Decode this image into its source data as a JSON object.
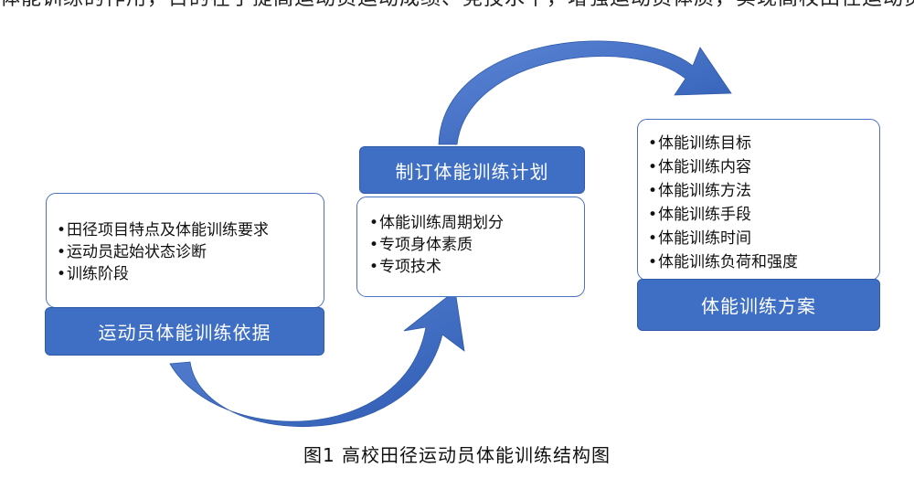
{
  "top_fragment": "体能训练的作用，目的在于提高运动员运动成绩、竞技水平，增强运动员体质，实现高校田径运动员的长远发展。",
  "basis": {
    "items": [
      "田径项目特点及体能训练要求",
      "运动员起始状态诊断",
      "训练阶段"
    ],
    "label": "运动员体能训练依据"
  },
  "plan": {
    "label": "制订体能训练计划",
    "items": [
      "体能训练周期划分",
      "专项身体素质",
      "专项技术"
    ]
  },
  "scheme": {
    "items": [
      "体能训练目标",
      "体能训练内容",
      "体能训练方法",
      "体能训练手段",
      "体能训练时间",
      "体能训练负荷和强度"
    ],
    "label": "体能训练方案"
  },
  "caption": "图1  高校田径运动员体能训练结构图",
  "colors": {
    "box_border": "#4a72c4",
    "label_fill": "#3f6fc5",
    "arrow_fill": "#3a66bd"
  }
}
